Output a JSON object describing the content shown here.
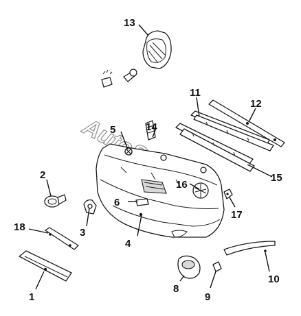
{
  "watermark": "AutoSoft",
  "callouts": [
    {
      "id": "1",
      "label": "1"
    },
    {
      "id": "2",
      "label": "2"
    },
    {
      "id": "3",
      "label": "3"
    },
    {
      "id": "4",
      "label": "4"
    },
    {
      "id": "5",
      "label": "5"
    },
    {
      "id": "6",
      "label": "6"
    },
    {
      "id": "8",
      "label": "8"
    },
    {
      "id": "9",
      "label": "9"
    },
    {
      "id": "10",
      "label": "10"
    },
    {
      "id": "11",
      "label": "11"
    },
    {
      "id": "12",
      "label": "12"
    },
    {
      "id": "13",
      "label": "13"
    },
    {
      "id": "14",
      "label": "14"
    },
    {
      "id": "15",
      "label": "15"
    },
    {
      "id": "16",
      "label": "16"
    },
    {
      "id": "17",
      "label": "17"
    },
    {
      "id": "18",
      "label": "18"
    }
  ]
}
